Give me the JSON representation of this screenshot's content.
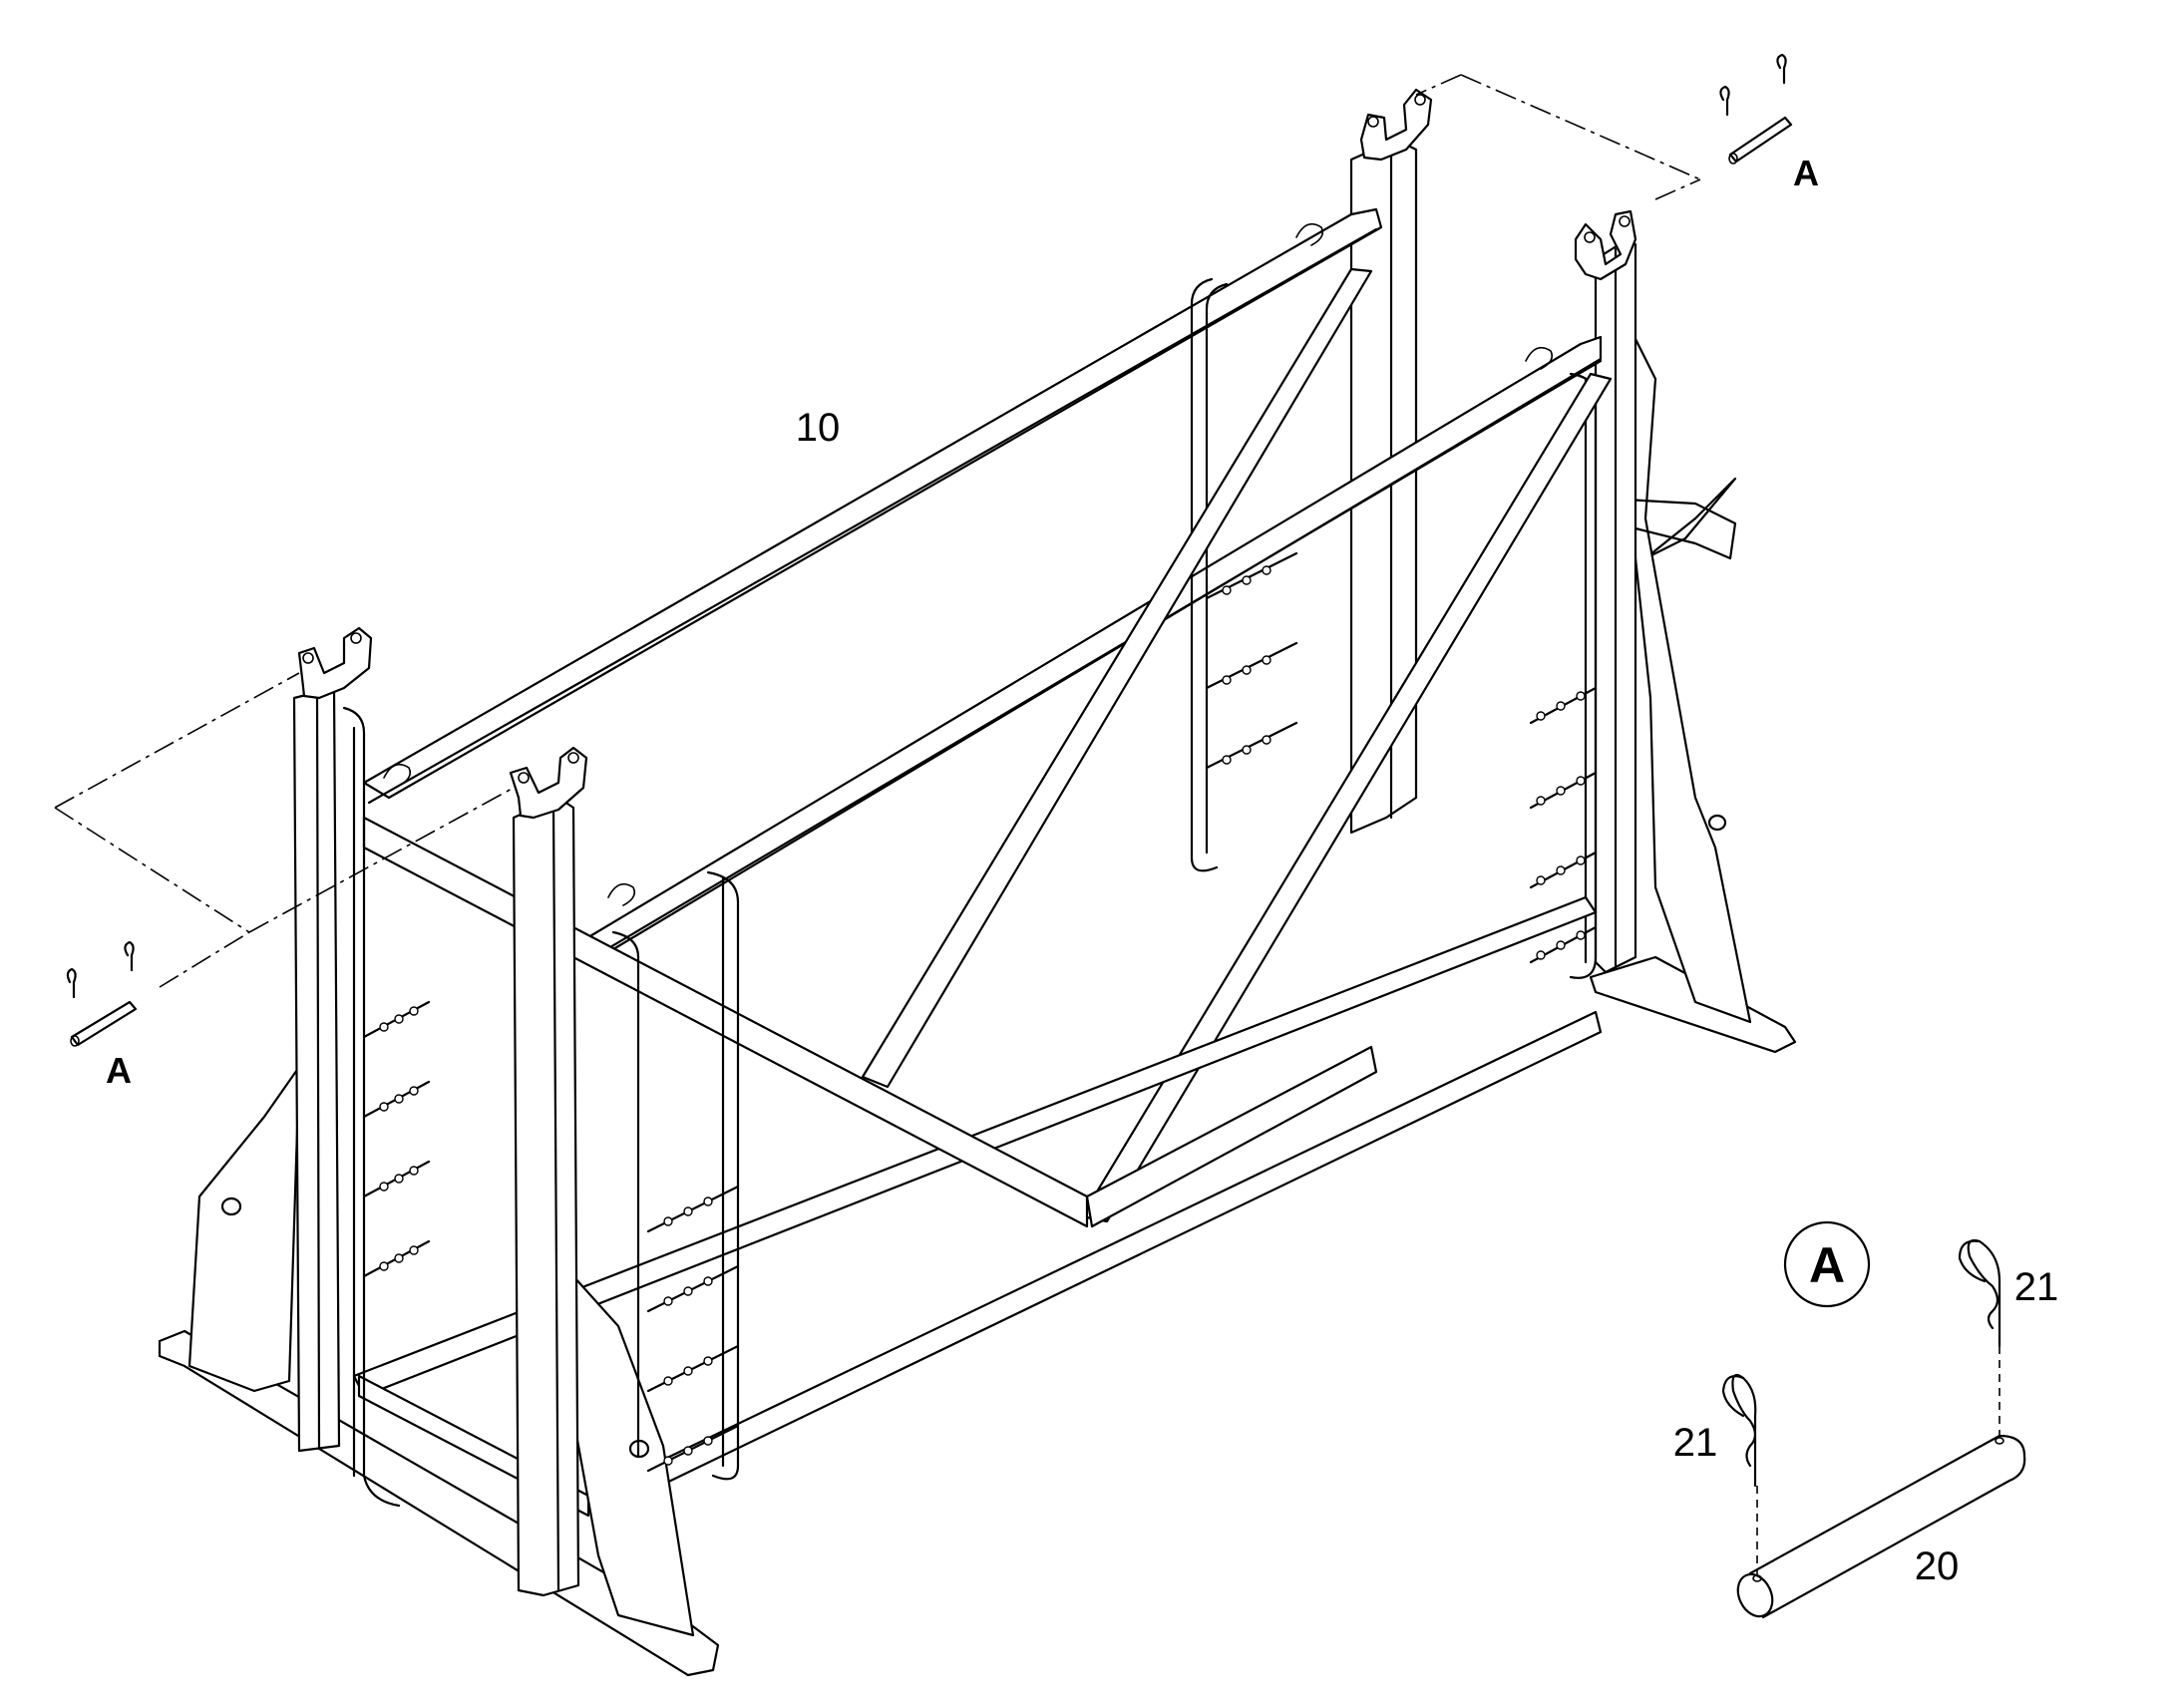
{
  "callouts": {
    "frame": "10",
    "pin": "20",
    "clip_left": "21",
    "clip_right": "21"
  },
  "detail_refs": {
    "left": "A",
    "right": "A",
    "detail_circle": "A"
  }
}
